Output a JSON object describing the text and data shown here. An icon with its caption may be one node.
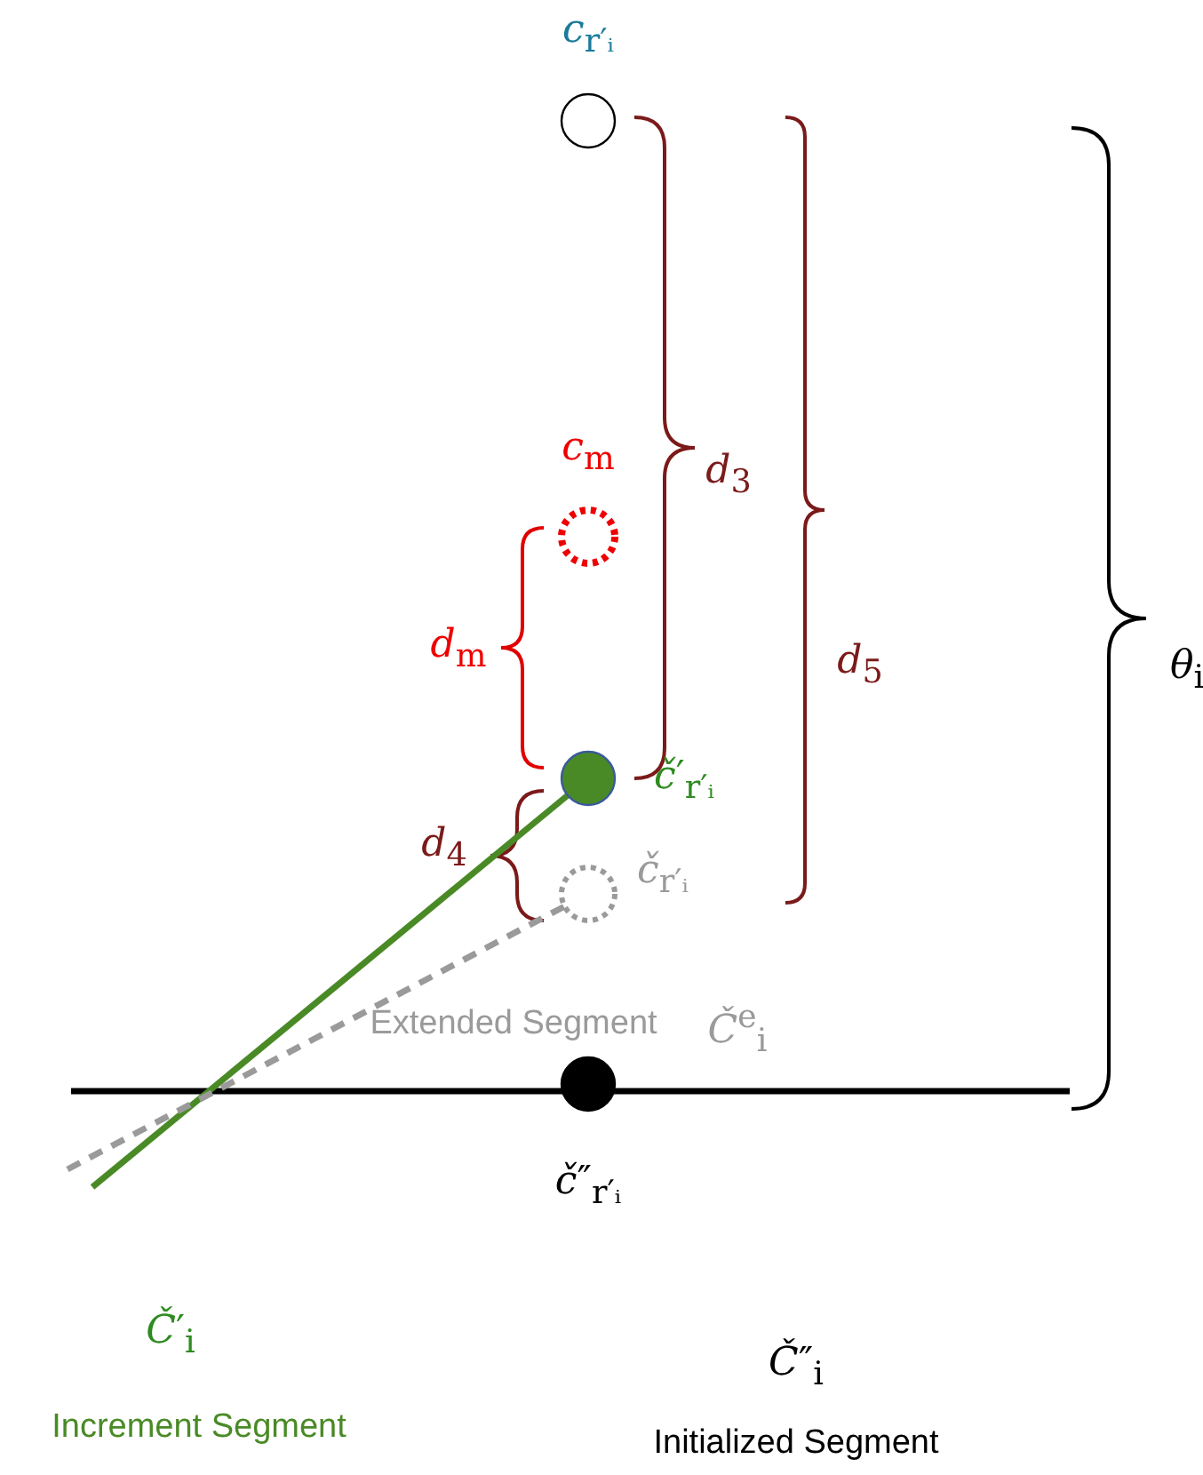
{
  "diagram": {
    "nodes": [
      {
        "text": [
          "*c*$_{r′ᵢ}$"
        ]
      },
      {
        "text": [
          "*c*$_{m}$"
        ]
      },
      {
        "text": [
          "*č*′$_{r′ᵢ}$"
        ]
      },
      {
        "text": [
          "*č*$_{r′ᵢ}$"
        ]
      },
      {
        "text": [
          "*č*″$_{r′ᵢ}$"
        ]
      }
    ],
    "edges": [
      {
        "from": null,
        "to": 2,
        "arrow": "none",
        "color": "#4a8a26"
      },
      {
        "from": null,
        "to": 3,
        "arrow": "none",
        "style": "dashed",
        "color": "#9a9a9a"
      }
    ],
    "labels": [
      "*d*$_{3}$",
      "*d*$_{m}$",
      "*d*$_{5}$",
      "*θ*$_{i}$",
      "*d*$_{4}$",
      "Extended Segment",
      "*Č*$^{e}$$_{i}$",
      "*Č*′$_{i}$",
      "*Č*″$_{i}$",
      "Increment Segment",
      "Initialized Segment"
    ]
  }
}
